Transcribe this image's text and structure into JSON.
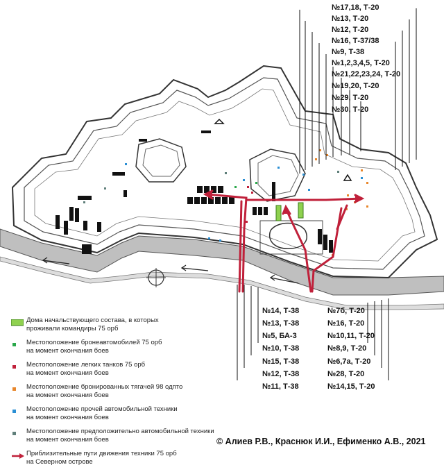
{
  "labels_top": [
    "№17,18, Т-20",
    "№13, Т-20",
    "№12, Т-20",
    "№16, Т-37/38",
    "№9, Т-38",
    "№1,2,3,4,5, Т-20",
    "№21,22,23,24, Т-20",
    "№19,20, Т-20",
    "№29, Т-20",
    "№30, Т-20"
  ],
  "labels_bottom_left": [
    "№14, Т-38",
    "№13, Т-38",
    "№5, БА-3",
    "№10, Т-38",
    "№15, Т-38",
    "№12, Т-38",
    "№11, Т-38"
  ],
  "labels_bottom_right": [
    "№7б, Т-20",
    "№16, Т-20",
    "№10,11, Т-20",
    "№8,9, Т-20",
    "№6,7а, Т-20",
    "№28, Т-20",
    "№14,15, Т-20"
  ],
  "legend": [
    {
      "swatch": "green-rect",
      "color": "#8fd14f",
      "line1": "Дома начальствующего состава, в которых",
      "line2": "проживали командиры 75 орб"
    },
    {
      "swatch": "square",
      "color": "#2aa84a",
      "line1": "Местоположение бронеавтомобилей 75 орб",
      "line2": "на момент окончания боев"
    },
    {
      "swatch": "square",
      "color": "#c0203a",
      "line1": "Местоположение легких танков 75 орб",
      "line2": "на момент окончания боев"
    },
    {
      "swatch": "square",
      "color": "#e8862a",
      "line1": "Местоположение бронированных тягачей 98 одпто",
      "line2": "на момент окончания боев"
    },
    {
      "swatch": "square",
      "color": "#2a8fd4",
      "line1": "Местоположение прочей автомобильной техники",
      "line2": "на момент окончания боев"
    },
    {
      "swatch": "square",
      "color": "#5f7f7a",
      "line1": "Местоположение предположительно автомобильной техники",
      "line2": "на момент окончания боев"
    },
    {
      "swatch": "arrow",
      "color": "#c0203a",
      "line1": "Приблизительные пути движения техники 75 орб",
      "line2": "на Северном острове"
    }
  ],
  "credit": "© Алиев Р.В., Краснюк И.И., Ефименко А.В., 2021"
}
